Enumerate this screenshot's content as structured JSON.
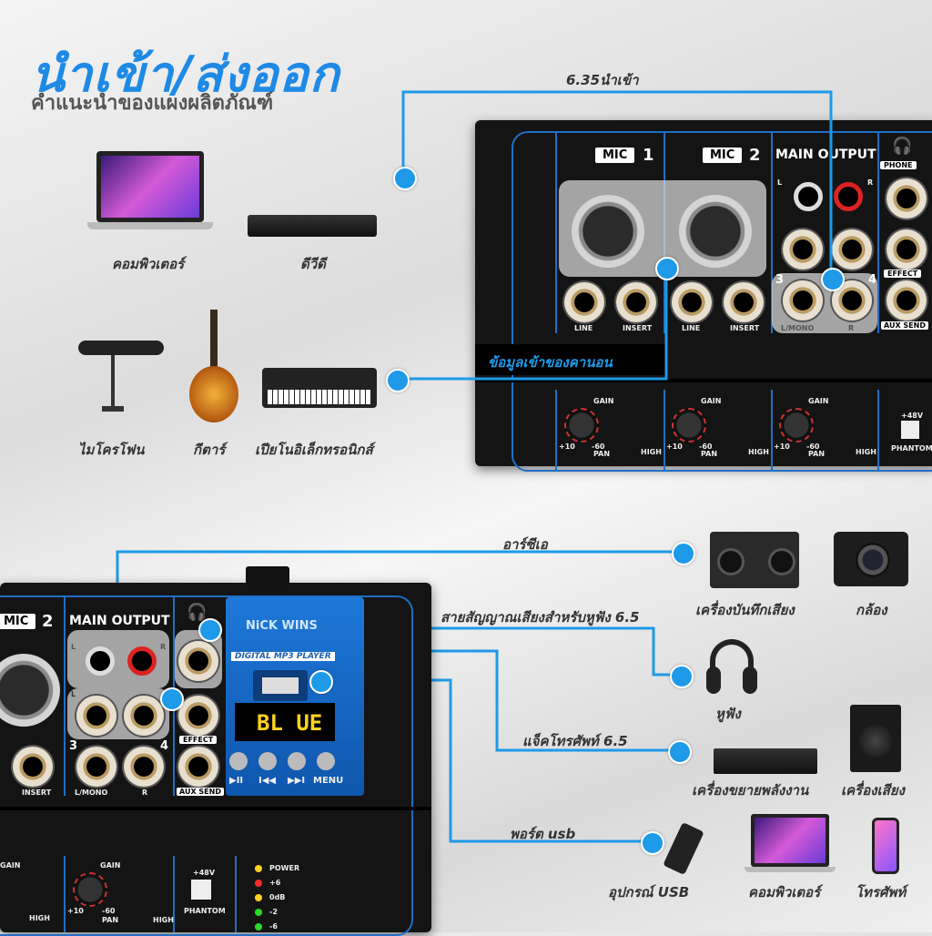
{
  "header": {
    "title": "นำเข้า/ส่งออก",
    "subtitle": "คำแนะนำของแผงผลิตภัณฑ์"
  },
  "top_section": {
    "input_label": "6.35นำเข้า",
    "canon_label": "ข้อมูลเข้าของคานอน",
    "devices": [
      {
        "name": "คอมพิวเตอร์",
        "icon": "laptop-icon"
      },
      {
        "name": "ดีวีดี",
        "icon": "dvd-player-icon"
      },
      {
        "name": "ไมโครโฟน",
        "icon": "microphone-icon"
      },
      {
        "name": "กีตาร์",
        "icon": "guitar-icon"
      },
      {
        "name": "เปียโนอิเล็กทรอนิกส์",
        "icon": "keyboard-icon"
      }
    ],
    "mixer": {
      "mic1": "MIC",
      "mic1_num": "1",
      "mic2": "MIC",
      "mic2_num": "2",
      "main_output": "MAIN OUTPUT",
      "phone": "PHONE",
      "effect": "EFFECT",
      "aux_send": "AUX SEND",
      "line": "LINE",
      "insert": "INSERT",
      "l_mono": "L/MONO",
      "r": "R",
      "l": "L",
      "gain": "GAIN",
      "pan": "PAN",
      "high": "HIGH",
      "plus48": "+48V",
      "phantom": "PHANTOM",
      "plus10": "+10",
      "minus60": "-60",
      "ch3": "3",
      "ch4": "4"
    }
  },
  "bottom_section": {
    "rca_label": "อาร์ซีเอ",
    "headphone_label": "สายสัญญาณเสียงสำหรับหูฟัง 6.5",
    "phone_jack_label": "แจ็คโทรศัพท์ 6.5",
    "usb_label": "พอร์ต usb",
    "devices": [
      {
        "name": "เครื่องบันทึกเสียง",
        "icon": "boombox-icon"
      },
      {
        "name": "กล้อง",
        "icon": "camera-icon"
      },
      {
        "name": "หูฟัง",
        "icon": "headphones-icon"
      },
      {
        "name": "เครื่องขยายพลังงาน",
        "icon": "amplifier-icon"
      },
      {
        "name": "เครื่องเสียง",
        "icon": "speaker-icon"
      },
      {
        "name": "อุปกรณ์ USB",
        "icon": "usb-drive-icon"
      },
      {
        "name": "คอมพิวเตอร์",
        "icon": "laptop-icon"
      },
      {
        "name": "โทรศัพท์",
        "icon": "smartphone-icon"
      }
    ],
    "mp3": {
      "brand": "NiCK WINS",
      "model": "DIGITAL MP3 PLAYER",
      "display": "BL UE",
      "menu": "MENU",
      "play": "▶II",
      "prev": "I◀◀",
      "next": "▶▶I"
    },
    "meter": [
      "POWER",
      "+6",
      "0dB",
      "-2",
      "-6"
    ]
  },
  "colors": {
    "accent": "#1e9ae8",
    "title": "#1e8ae6",
    "panel": "#141414"
  }
}
